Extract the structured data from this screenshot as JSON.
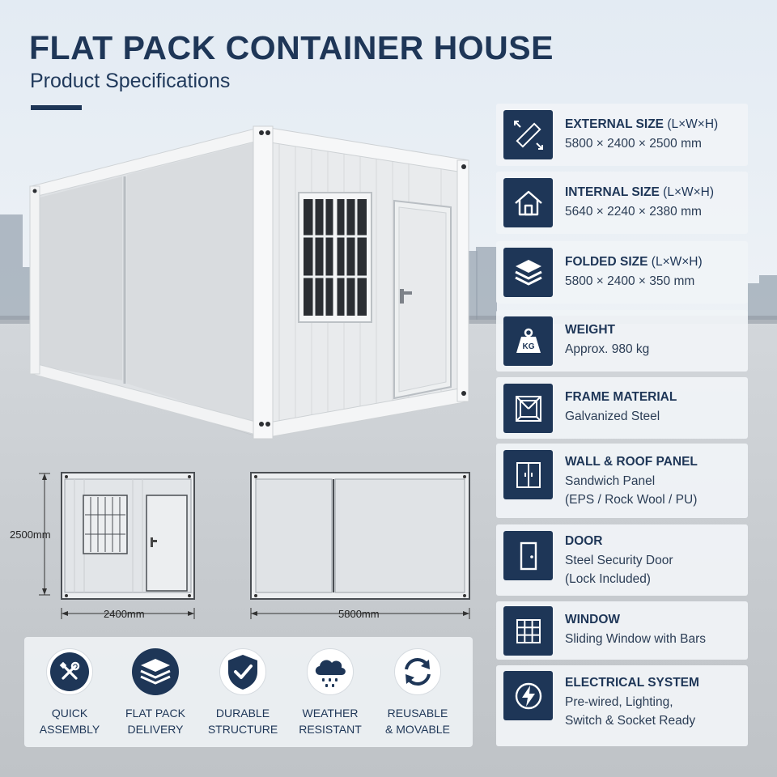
{
  "header": {
    "title": "FLAT PACK CONTAINER HOUSE",
    "subtitle": "Product Specifications"
  },
  "drawings": {
    "height_label": "2500mm",
    "width_label": "2400mm",
    "length_label": "5800mm"
  },
  "features": [
    {
      "icon": "tools-icon",
      "line1": "QUICK",
      "line2": "ASSEMBLY"
    },
    {
      "icon": "layers-icon",
      "line1": "FLAT PACK",
      "line2": "DELIVERY"
    },
    {
      "icon": "shield-check-icon",
      "line1": "DURABLE",
      "line2": "STRUCTURE"
    },
    {
      "icon": "rain-cloud-icon",
      "line1": "WEATHER",
      "line2": "RESISTANT"
    },
    {
      "icon": "recycle-arrows-icon",
      "line1": "REUSABLE",
      "line2": "& MOVABLE"
    }
  ],
  "specs": [
    {
      "icon": "ruler-diagonal-icon",
      "title": "EXTERNAL SIZE",
      "unit": "(L×W×H)",
      "lines": [
        "5800 × 2400 × 2500 mm"
      ]
    },
    {
      "icon": "house-icon",
      "title": "INTERNAL SIZE",
      "unit": "(L×W×H)",
      "lines": [
        "5640 × 2240 × 2380 mm"
      ]
    },
    {
      "icon": "stack-layers-icon",
      "title": "FOLDED SIZE",
      "unit": "(L×W×H)",
      "lines": [
        "5800 × 2400 × 350 mm"
      ]
    },
    {
      "icon": "kg-weight-icon",
      "title": "WEIGHT",
      "unit": "",
      "lines": [
        "Approx. 980 kg"
      ]
    },
    {
      "icon": "frame-icon",
      "title": "FRAME MATERIAL",
      "unit": "",
      "lines": [
        "Galvanized Steel"
      ]
    },
    {
      "icon": "panel-icon",
      "title": "WALL & ROOF PANEL",
      "unit": "",
      "lines": [
        "Sandwich Panel",
        "(EPS / Rock Wool / PU)"
      ]
    },
    {
      "icon": "door-icon",
      "title": "DOOR",
      "unit": "",
      "lines": [
        "Steel Security Door",
        "(Lock Included)"
      ]
    },
    {
      "icon": "window-grid-icon",
      "title": "WINDOW",
      "unit": "",
      "lines": [
        "Sliding Window with Bars"
      ]
    },
    {
      "icon": "lightning-icon",
      "title": "ELECTRICAL SYSTEM",
      "unit": "",
      "lines": [
        "Pre-wired, Lighting,",
        "Switch & Socket Ready"
      ]
    }
  ],
  "colors": {
    "navy": "#1e3657",
    "panel_bg": "#f0f3f6"
  }
}
